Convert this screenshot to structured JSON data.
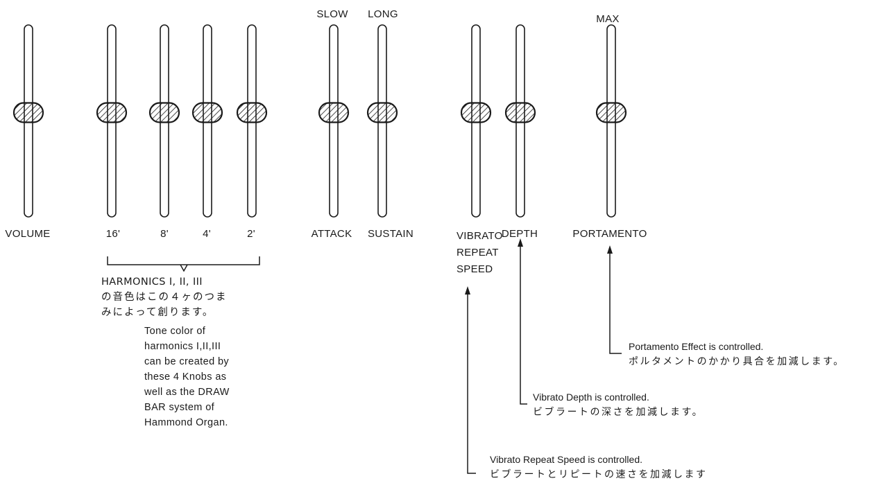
{
  "top_labels": {
    "attack_top": "SLOW",
    "sustain_top": "LONG",
    "portamento_top": "MAX"
  },
  "sliders": [
    {
      "id": "volume",
      "label": "VOLUME",
      "level": 0.5
    },
    {
      "id": "harm-16",
      "label": "16'",
      "level": 0.5
    },
    {
      "id": "harm-8",
      "label": "8'",
      "level": 0.5
    },
    {
      "id": "harm-4",
      "label": "4'",
      "level": 0.5
    },
    {
      "id": "harm-2",
      "label": "2'",
      "level": 0.5
    },
    {
      "id": "attack",
      "label": "ATTACK",
      "level": 0.5
    },
    {
      "id": "sustain",
      "label": "SUSTAIN",
      "level": 0.5
    },
    {
      "id": "vibrato-speed",
      "label": "VIBRATO REPEAT SPEED",
      "level": 0.5
    },
    {
      "id": "depth",
      "label": "DEPTH",
      "level": 0.5
    },
    {
      "id": "portamento",
      "label": "PORTAMENTO",
      "level": 0.5
    }
  ],
  "labels": {
    "volume": "VOLUME",
    "h16": "16'",
    "h8": "8'",
    "h4": "4'",
    "h2": "2'",
    "attack": "ATTACK",
    "sustain": "SUSTAIN",
    "vibrato_lines": [
      "VIBRATO",
      "REPEAT",
      "SPEED"
    ],
    "depth": "DEPTH",
    "portamento": "PORTAMENTO"
  },
  "harmonics_note": {
    "ja_lines": [
      "HARMONICS I, II, III",
      "の音色はこの４ヶのつま",
      "みによって創ります。"
    ],
    "en_lines": [
      "Tone color of",
      "harmonics I,II,III",
      "can be created by",
      "these 4 Knobs as",
      "well as the DRAW",
      "BAR system of",
      "Hammond Organ."
    ]
  },
  "descriptions": {
    "portamento": {
      "en": "Portamento Effect is controlled.",
      "ja": "ポルタメントのかかり具合を加減します。"
    },
    "depth": {
      "en": "Vibrato Depth is controlled.",
      "ja": "ビブラートの深さを加減します。"
    },
    "vibrato_speed": {
      "en": "Vibrato Repeat Speed is controlled.",
      "ja": "ビブラートとリピートの速さを加減します"
    }
  },
  "colors": {
    "ink": "#1a1a1a",
    "background": "#ffffff"
  }
}
